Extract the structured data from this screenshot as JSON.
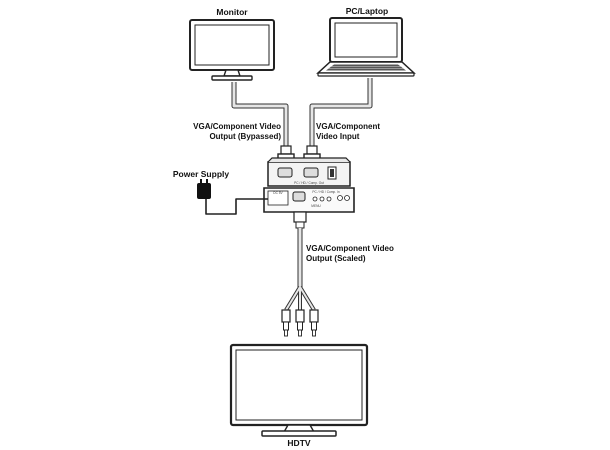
{
  "devices": {
    "monitor": {
      "label": "Monitor",
      "icon": "monitor-icon"
    },
    "pc": {
      "label": "PC/Laptop",
      "icon": "laptop-icon"
    },
    "power": {
      "label": "Power Supply",
      "icon": "power-adapter-icon"
    },
    "hdtv": {
      "label": "HDTV",
      "icon": "tv-icon"
    },
    "scaler": {
      "icon": "scaler-box-icon"
    }
  },
  "connections": {
    "bypass_output": {
      "line1": "VGA/Component Video",
      "line2": "Output (Bypassed)"
    },
    "video_input": {
      "line1": "VGA/Component",
      "line2": "Video Input"
    },
    "scaled_output": {
      "line1": "VGA/Component Video",
      "line2": "Output (Scaled)"
    }
  },
  "panel": {
    "top_label": "PC / HD / Comp. Out",
    "front_label": "PC / HD / Comp. In",
    "dc_label": "DC 5V",
    "menu_label": "MENU"
  }
}
